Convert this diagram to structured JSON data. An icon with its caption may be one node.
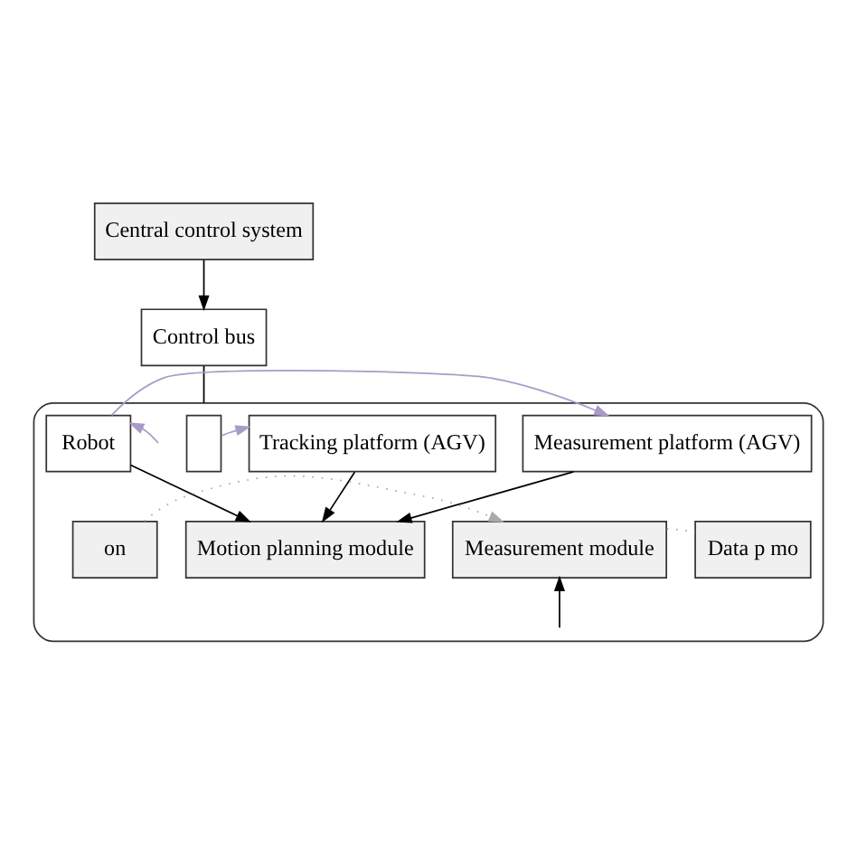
{
  "diagram": {
    "nodes": [
      {
        "text": [
          "Central control system"
        ]
      },
      {
        "text": [
          "Control bus"
        ]
      },
      {
        "text": [],
        "shape": "box"
      },
      {
        "text": [],
        "shape": "box",
        "in": 2
      },
      {
        "text": [
          "Tracking platform (AGV)"
        ],
        "in": 2
      },
      {
        "text": [
          "Measurement platform (AGV)"
        ],
        "in": 2
      },
      {
        "text": [
          "Robot"
        ],
        "in": 2
      },
      {
        "text": [
          "on"
        ],
        "in": 2
      },
      {
        "text": [
          "Motion planning module"
        ],
        "in": 2
      },
      {
        "text": [
          "Measurement module"
        ],
        "in": 2
      },
      {
        "text": [
          "Data p mo"
        ],
        "in": 2
      }
    ],
    "edges": [
      {
        "from": 0,
        "to": 1,
        "arrow": "to"
      },
      {
        "from": 1,
        "to": 2,
        "arrow": "none"
      },
      {
        "from": 3,
        "to": 4,
        "arrow": "to",
        "color": "#a99bc8"
      },
      {
        "from": 6,
        "to": 5,
        "arrow": "to",
        "color": "#a99bc8"
      },
      {
        "from": null,
        "to": 6,
        "arrow": "to",
        "color": "#a99bc8"
      },
      {
        "from": 4,
        "to": 8,
        "arrow": "to"
      },
      {
        "from": 5,
        "to": 8,
        "arrow": "to"
      },
      {
        "from": 6,
        "to": 8,
        "arrow": "to"
      },
      {
        "from": 7,
        "to": 9,
        "arrow": "to",
        "style": "dashed",
        "color": "#aaaaaa"
      },
      {
        "from": 9,
        "to": 10,
        "arrow": "none",
        "style": "dashed",
        "color": "#aaaaaa"
      },
      {
        "from": null,
        "to": 9,
        "arrow": "to"
      }
    ]
  }
}
